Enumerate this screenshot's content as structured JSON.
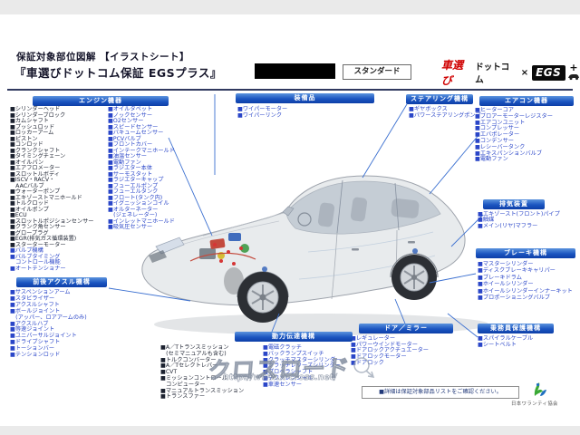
{
  "header": {
    "title_line1": "保証対象部位図解 【イラストシート】",
    "title_line2": "『車選びドットコム保証 EGSプラス』",
    "plan_label": "スタンダード",
    "brand": {
      "name_red": "車選び",
      "name_black": "ドットコム",
      "separator": "×",
      "egs": "EGS",
      "plus": "+"
    }
  },
  "sections": {
    "engine": {
      "title": "エンジン機器",
      "col1": [
        {
          "t": "■シリンダーヘッド"
        },
        {
          "t": "■シリンダーブロック"
        },
        {
          "t": "■カムシャフト"
        },
        {
          "t": "■プッシュロッド"
        },
        {
          "t": "■ロッカーアーム"
        },
        {
          "t": "■ピストン"
        },
        {
          "t": "■コンロッド"
        },
        {
          "t": "■クランクシャフト"
        },
        {
          "t": "■タイミングチェーン"
        },
        {
          "t": "■オイルパン"
        },
        {
          "t": "■エアフロメーター"
        },
        {
          "t": "■スロットルボディ"
        },
        {
          "t": "■ISCV・RACV・"
        },
        {
          "t": "　AACバルブ"
        },
        {
          "t": "■ウォーターポンプ"
        },
        {
          "t": "■エキゾーストマニホールド"
        },
        {
          "t": "■トルクロッド"
        },
        {
          "t": "■オイルポンプ"
        },
        {
          "t": "■ECU"
        },
        {
          "t": "■スロットルポジションセンサー"
        },
        {
          "t": "■クランク角センサー"
        },
        {
          "t": "■グロープラグ"
        },
        {
          "t": "■EGR(排気ガス循環装置)"
        },
        {
          "t": "■スターターモーター"
        },
        {
          "t": "■バルブ機構",
          "blue": true
        },
        {
          "t": "■バルブタイミング",
          "blue": true
        },
        {
          "t": "　コントロール機能",
          "blue": true
        },
        {
          "t": "■オートテンショナー",
          "blue": true
        }
      ],
      "col2": [
        {
          "t": "■オイルタペット"
        },
        {
          "t": "■ノックセンサー"
        },
        {
          "t": "■O2センサー"
        },
        {
          "t": "■スピードセンサー"
        },
        {
          "t": "■バキュームセンサー"
        },
        {
          "t": "■PCVバルブ"
        },
        {
          "t": "■フロントカバー"
        },
        {
          "t": "■インテークマニホールド"
        },
        {
          "t": "■油温センサー"
        },
        {
          "t": "■電動ファン"
        },
        {
          "t": "■ラジエター本体"
        },
        {
          "t": "■サーモスタット"
        },
        {
          "t": "■ラジエターキャップ"
        },
        {
          "t": "■フューエルポンプ"
        },
        {
          "t": "■フューエルタンク"
        },
        {
          "t": "■フロート(タンク内)"
        },
        {
          "t": "■イグニッションコイル"
        },
        {
          "t": "■オルターネーター"
        },
        {
          "t": "　(ジェネレーター)"
        },
        {
          "t": "■インレットマニホールド"
        },
        {
          "t": "■吸気圧センサー"
        }
      ]
    },
    "axle": {
      "title": "前後アクスル機構",
      "items": [
        {
          "t": "■サスペンションアーム"
        },
        {
          "t": "■スタビライザー"
        },
        {
          "t": "■アクスルシャフト"
        },
        {
          "t": "■ボールジョイント"
        },
        {
          "t": "　(アッパー、ロアアームのみ)"
        },
        {
          "t": "■アクスルハブ"
        },
        {
          "t": "■等速ジョイント"
        },
        {
          "t": "■ユニバーサルジョイント"
        },
        {
          "t": "■ドライブシャフト"
        },
        {
          "t": "■トーションバー"
        },
        {
          "t": "■テンションロッド"
        }
      ]
    },
    "equipment": {
      "title": "装備品",
      "items": [
        {
          "t": "■ワイパーモーター"
        },
        {
          "t": "■ワイパーリンク"
        }
      ]
    },
    "steering": {
      "title": "ステアリング機構",
      "items": [
        {
          "t": "■ギヤボックス"
        },
        {
          "t": "■パワーステアリングポンプ"
        }
      ]
    },
    "aircon": {
      "title": "エアコン機器",
      "items": [
        {
          "t": "■ヒーターコア"
        },
        {
          "t": "■ブロアーモーターレジスター"
        },
        {
          "t": "■エアコンユニット"
        },
        {
          "t": "■コンプレッサー"
        },
        {
          "t": "■エバポレーター"
        },
        {
          "t": "■コンデンサー"
        },
        {
          "t": "■レシーバータンク"
        },
        {
          "t": "■エキスパンションバルブ"
        },
        {
          "t": "■電動ファン"
        }
      ]
    },
    "exhaust": {
      "title": "排気装置",
      "items": [
        {
          "t": "■エキゾースト(フロント)パイプ"
        },
        {
          "t": "■触媒"
        },
        {
          "t": "■メイン(リヤ)マフラー"
        }
      ]
    },
    "brake": {
      "title": "ブレーキ機構",
      "items": [
        {
          "t": "■マスターシリンダー"
        },
        {
          "t": "■ディスクブレーキキャリパー"
        },
        {
          "t": "■ブレーキドラム"
        },
        {
          "t": "■ホイールシリンダー"
        },
        {
          "t": "■ホイールシリンダーインナーキット"
        },
        {
          "t": "■プロポーショニングバルブ"
        }
      ]
    },
    "occupant": {
      "title": "乗務員保護機構",
      "items": [
        {
          "t": "■スパイラルケーブル"
        },
        {
          "t": "■シートベルト"
        }
      ]
    },
    "door": {
      "title": "ドア／ミラー",
      "items": [
        {
          "t": "■レギュレーター"
        },
        {
          "t": "■パワーウインドモーター"
        },
        {
          "t": "■ドアロックアクチュエーター"
        },
        {
          "t": "■ドアロックモーター"
        },
        {
          "t": "■ドアロック"
        }
      ]
    },
    "powertrain": {
      "title": "動力伝達機構",
      "col1": [
        {
          "t": "■A／Tトランスミッション"
        },
        {
          "t": "　(セミマニュアルも含む)"
        },
        {
          "t": "■トルクコンバーター"
        },
        {
          "t": "■A／Tセレクトレバー"
        },
        {
          "t": "■CVT"
        },
        {
          "t": "■ミッションコントロール"
        },
        {
          "t": "　コンピューター"
        },
        {
          "t": "■マニュアルトランスミッション"
        },
        {
          "t": "■トランスファー"
        }
      ],
      "col2": [
        {
          "t": "■電磁クラッチ"
        },
        {
          "t": "■バックランプスイッチ"
        },
        {
          "t": "■クラッチマスターシリンダー"
        },
        {
          "t": "■クラッチレリーズシリンダー"
        },
        {
          "t": "■プロペラシャフト"
        },
        {
          "t": "■デファレンシャル"
        },
        {
          "t": "■車速センサー"
        }
      ]
    }
  },
  "note": "■詳細は保証対象部品リストをご確認ください。",
  "association": "日本ワランティ協会",
  "watermark": {
    "text": "クロスロード",
    "url": "http://www.x-cross.net/"
  },
  "colors": {
    "bar_blue_top": "#5b93de",
    "bar_blue_bottom": "#0c3ea8",
    "item_blue": "#2a46c8",
    "item_black": "#1c2230",
    "brand_red": "#cf0000"
  }
}
